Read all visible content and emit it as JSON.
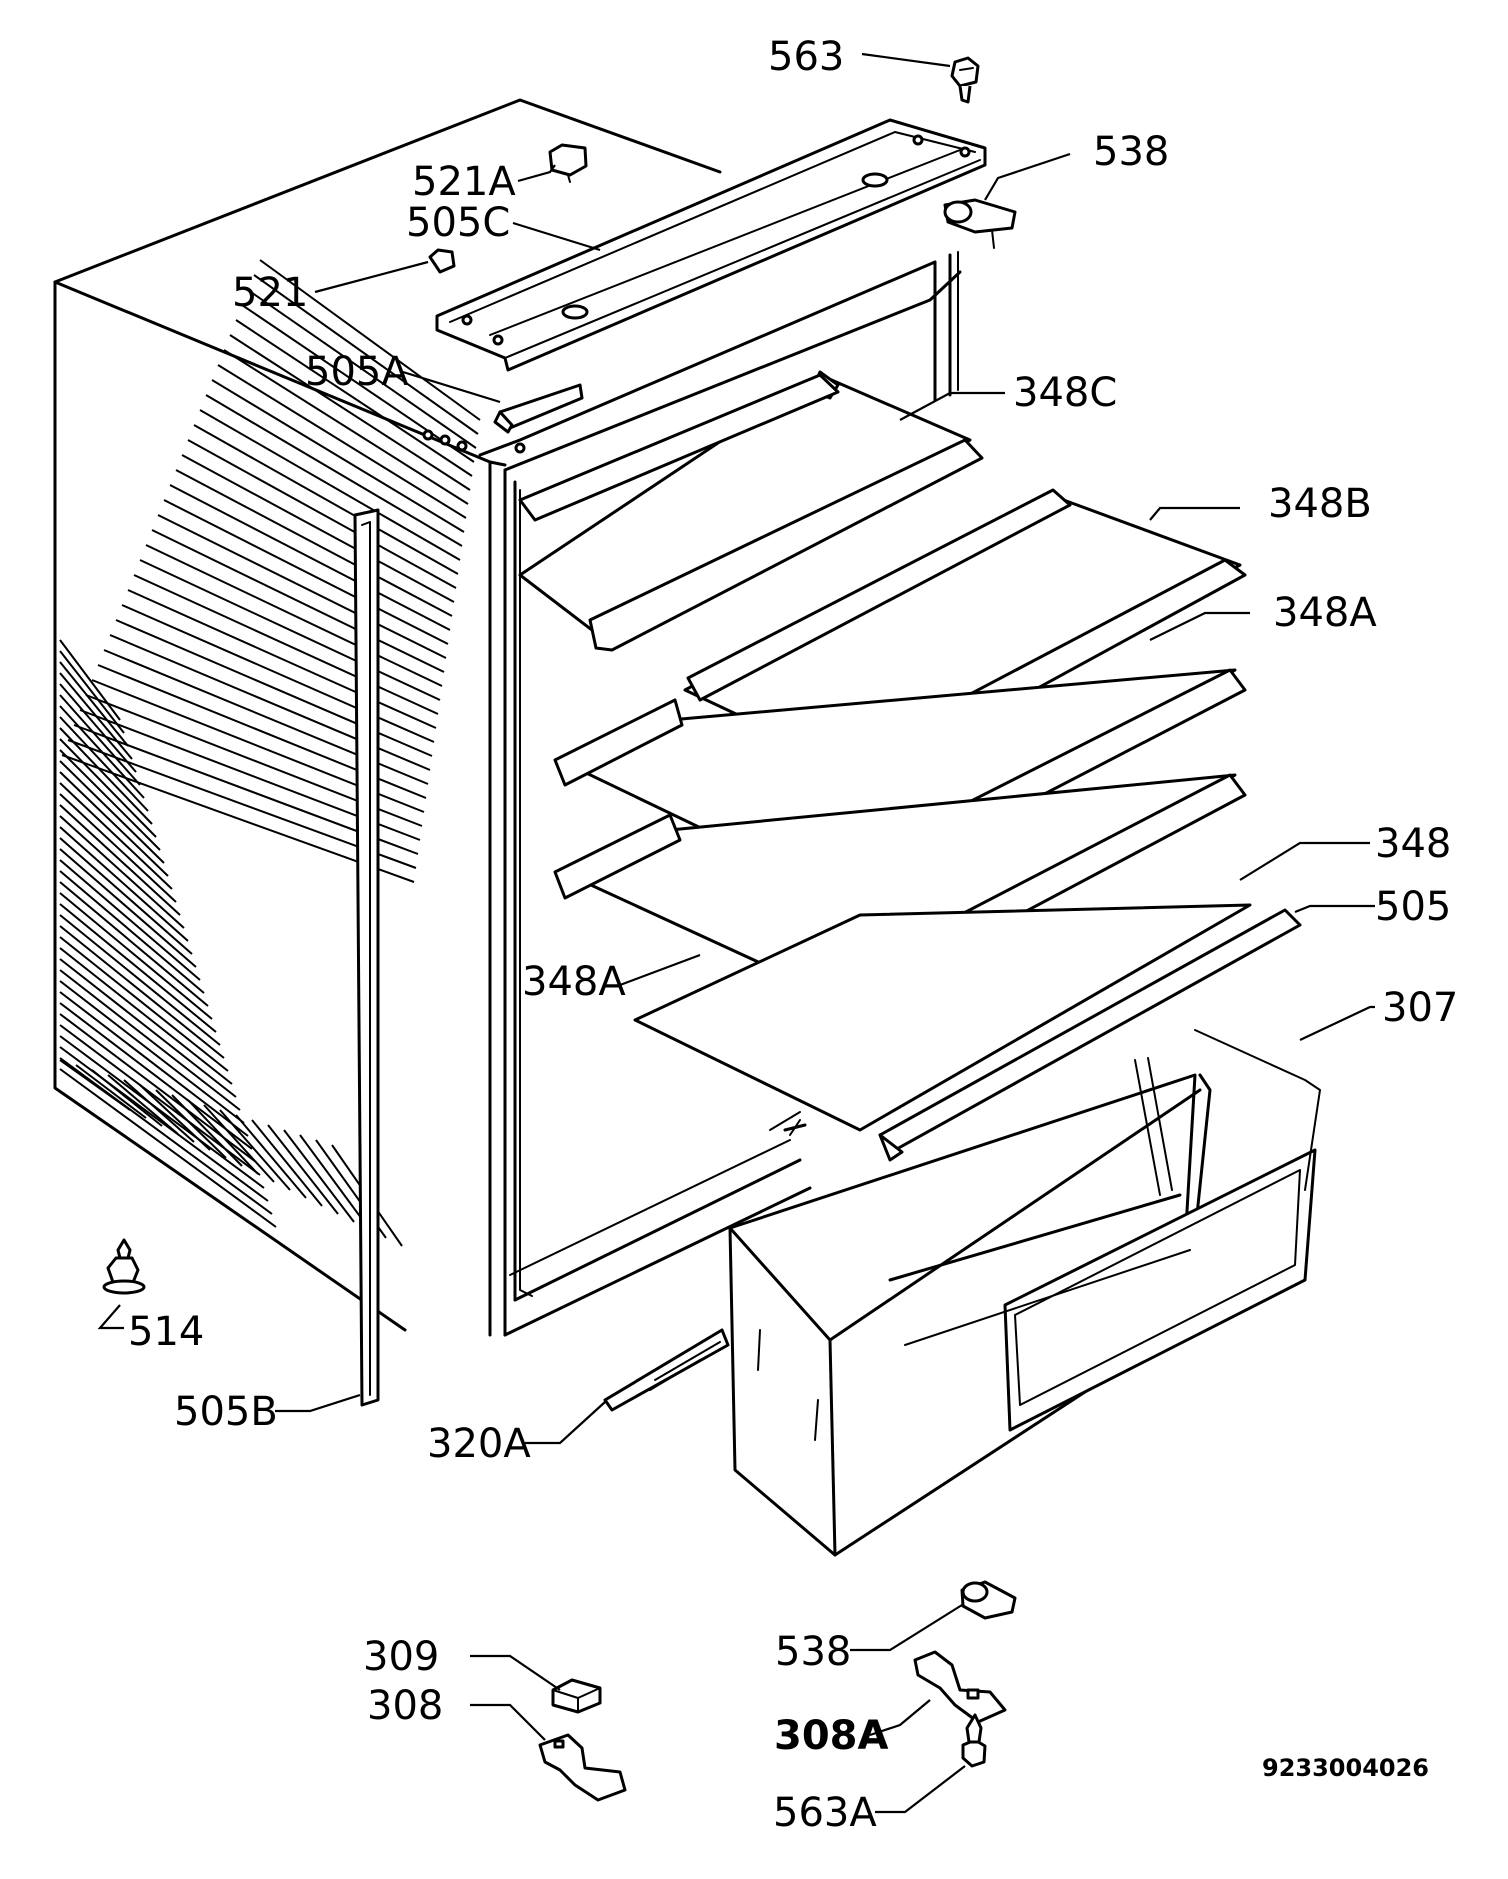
{
  "labels": {
    "l563": "563",
    "l538_top": "538",
    "l521A": "521A",
    "l505C": "505C",
    "l521": "521",
    "l505A": "505A",
    "l348C": "348C",
    "l348B": "348B",
    "l348A_right": "348A",
    "l348": "348",
    "l505": "505",
    "l348A_left": "348A",
    "l307": "307",
    "l514": "514",
    "l505B": "505B",
    "l320A": "320A",
    "l309": "309",
    "l308": "308",
    "l538_bottom": "538",
    "l308A": "308A",
    "l563A": "563A"
  },
  "doc_number": "9233004026"
}
